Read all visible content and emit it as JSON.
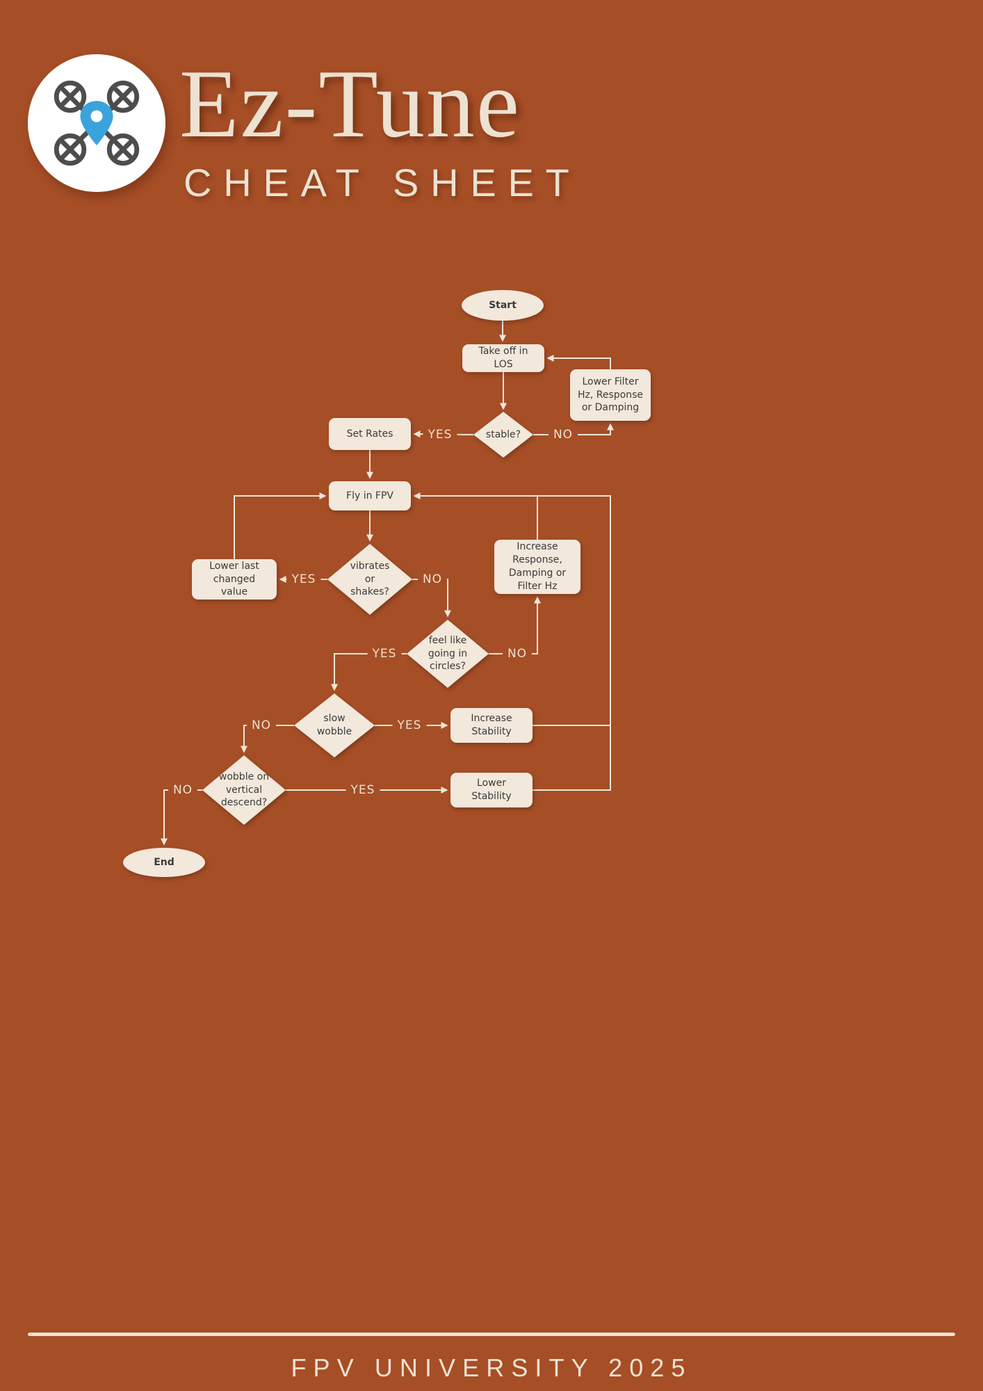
{
  "header": {
    "title": "Ez-Tune",
    "subtitle": "CHEAT SHEET",
    "logo_icon": "drone-location-pin-icon"
  },
  "footer": {
    "text": "FPV UNIVERSITY 2025"
  },
  "colors": {
    "background": "#a64e26",
    "cream": "#ede1d1",
    "node_fill": "#f2e8db",
    "node_text": "#3b3b3b",
    "line": "#efe5d8",
    "pin_blue": "#3ba3dc",
    "drone_gray": "#4d4d4d"
  },
  "flowchart": {
    "nodes": [
      {
        "id": "start",
        "type": "terminator",
        "label": "Start"
      },
      {
        "id": "take-off",
        "type": "process",
        "label": "Take off in LOS"
      },
      {
        "id": "lower-filter",
        "type": "process",
        "label": "Lower Filter Hz, Response or Damping"
      },
      {
        "id": "stable",
        "type": "decision",
        "label": "stable?"
      },
      {
        "id": "set-rates",
        "type": "process",
        "label": "Set Rates"
      },
      {
        "id": "fly-fpv",
        "type": "process",
        "label": "Fly in FPV"
      },
      {
        "id": "vibrates",
        "type": "decision",
        "label": "vibrates or shakes?"
      },
      {
        "id": "lower-last",
        "type": "process",
        "label": "Lower last changed value"
      },
      {
        "id": "increase-response",
        "type": "process",
        "label": "Increase Response, Damping or Filter Hz"
      },
      {
        "id": "circles",
        "type": "decision",
        "label": "feel like going in circles?"
      },
      {
        "id": "slow-wobble",
        "type": "decision",
        "label": "slow wobble"
      },
      {
        "id": "increase-stability",
        "type": "process",
        "label": "Increase Stability"
      },
      {
        "id": "wobble-descend",
        "type": "decision",
        "label": "wobble on vertical descend?"
      },
      {
        "id": "lower-stability",
        "type": "process",
        "label": "Lower Stability"
      },
      {
        "id": "end",
        "type": "terminator",
        "label": "End"
      }
    ],
    "edge_labels": [
      {
        "edge": "stable-to-set-rates",
        "text": "YES"
      },
      {
        "edge": "stable-to-lower-filter",
        "text": "NO"
      },
      {
        "edge": "vibrates-to-lower-last",
        "text": "YES"
      },
      {
        "edge": "vibrates-to-circles",
        "text": "NO"
      },
      {
        "edge": "circles-to-slow-wobble",
        "text": "YES"
      },
      {
        "edge": "circles-to-increase-response",
        "text": "NO"
      },
      {
        "edge": "slow-wobble-to-wobble-descend",
        "text": "NO"
      },
      {
        "edge": "slow-wobble-to-increase-stability",
        "text": "YES"
      },
      {
        "edge": "wobble-descend-to-end",
        "text": "NO"
      },
      {
        "edge": "wobble-descend-to-lower-stability",
        "text": "YES"
      }
    ]
  }
}
